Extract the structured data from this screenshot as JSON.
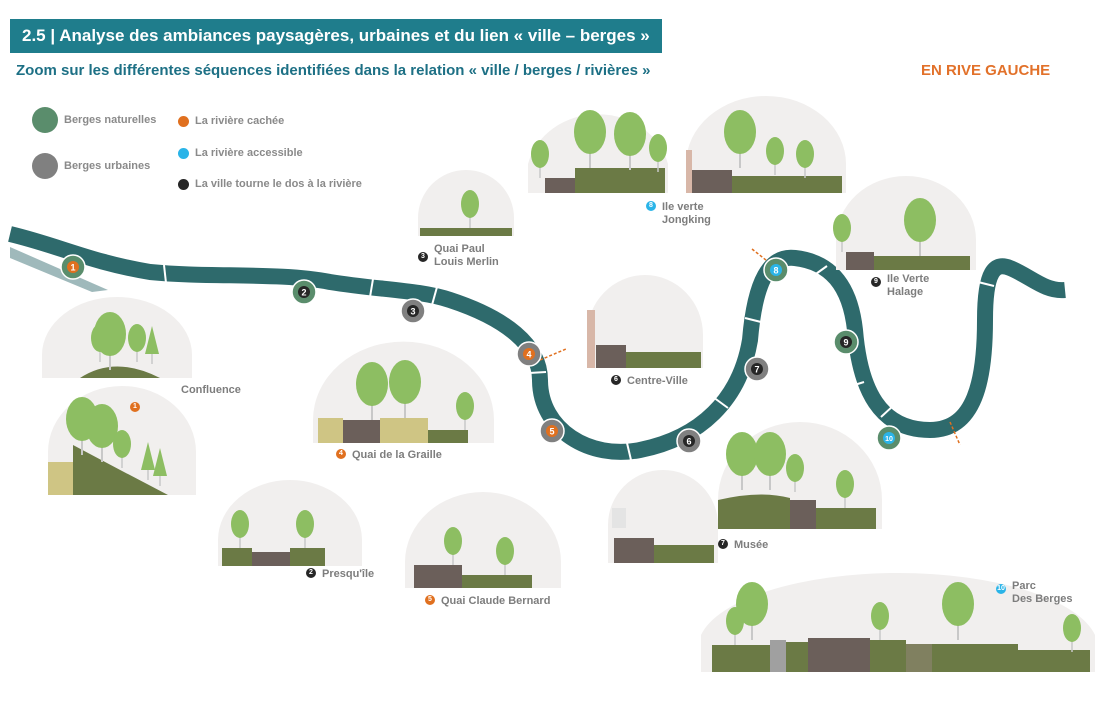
{
  "header": {
    "title": "2.5 | Analyse des ambiances paysagères, urbaines et du lien « ville – berges »",
    "subtitle": "Zoom sur les différentes séquences identifiées dans la relation « ville / berges / rivières  »",
    "side_label": "EN RIVE GAUCHE"
  },
  "legend": {
    "natural": "Berges naturelles",
    "urban": "Berges urbaines",
    "hidden": "La rivière cachée",
    "accessible": "La rivière accessible",
    "back": "La ville tourne le dos à la rivière"
  },
  "colors": {
    "river": "#2e6a6c",
    "natural": "#5a8d6c",
    "urban": "#808080",
    "hidden": "#e0701f",
    "accessible": "#2ab4e8",
    "back": "#262626",
    "tree": "#8dbe62",
    "ground": "#6b7a45"
  },
  "markers": [
    "1",
    "2",
    "3",
    "4",
    "5",
    "6",
    "7",
    "8",
    "9",
    "10"
  ],
  "places": {
    "confluence": {
      "name": "Confluence",
      "num": "1"
    },
    "presquile": {
      "name": "Presqu'île",
      "num": "2"
    },
    "quai_paul": {
      "line1": "Quai Paul",
      "line2": "Louis Merlin",
      "num": "3"
    },
    "quai_graille": {
      "name": "Quai de la Graille",
      "num": "4"
    },
    "quai_bernard": {
      "name": "Quai Claude Bernard",
      "num": "5"
    },
    "centre_ville": {
      "name": "Centre-Ville",
      "num": "6"
    },
    "musee": {
      "name": "Musée",
      "num": "7"
    },
    "jongking": {
      "line1": "Ile verte",
      "line2": "Jongking",
      "num": "8"
    },
    "halage": {
      "line1": "Ile Verte",
      "line2": "Halage",
      "num": "9"
    },
    "parc": {
      "line1": "Parc",
      "line2": "Des Berges",
      "num": "10"
    }
  }
}
